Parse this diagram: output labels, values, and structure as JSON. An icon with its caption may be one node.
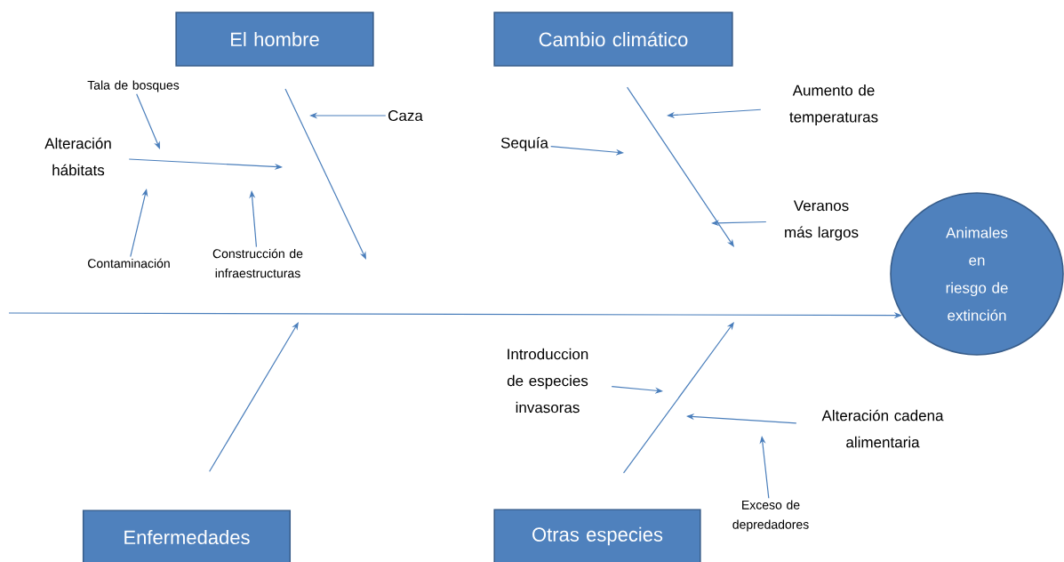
{
  "diagram": {
    "nodes": [
      {
        "text": [
          "El hombre"
        ]
      },
      {
        "text": [
          "Cambio climático"
        ]
      },
      {
        "text": [
          "Enfermedades"
        ]
      },
      {
        "text": [
          "Otras especies"
        ]
      },
      {
        "text": [
          "Animales en riesgo de extinción"
        ]
      },
      {
        "text": [
          "Tala de bosques"
        ]
      },
      {
        "text": [
          "Alteración hábitats"
        ]
      },
      {
        "text": [
          "Contaminación"
        ]
      },
      {
        "text": [
          "Construcción de infraestructuras"
        ]
      },
      {
        "text": [
          "Caza"
        ]
      },
      {
        "text": [
          "Sequía"
        ]
      },
      {
        "text": [
          "Aumento de temperaturas"
        ]
      },
      {
        "text": [
          "Veranos más largos"
        ]
      },
      {
        "text": [
          "Introduccion de especies invasoras"
        ]
      },
      {
        "text": [
          "Alteración cadena alimentaria"
        ]
      },
      {
        "text": [
          "Exceso de depredadores"
        ]
      }
    ],
    "edges": [
      {
        "from": null,
        "to": 4,
        "arrow": "to"
      },
      {
        "from": 0,
        "to": null,
        "arrow": "to"
      },
      {
        "from": 1,
        "to": null,
        "arrow": "to"
      },
      {
        "from": 2,
        "to": null,
        "arrow": "to"
      },
      {
        "from": 3,
        "to": null,
        "arrow": "to"
      },
      {
        "from": 9,
        "to": null,
        "arrow": "to"
      },
      {
        "from": 5,
        "to": null,
        "arrow": "to"
      },
      {
        "from": 6,
        "to": null,
        "arrow": "to"
      },
      {
        "from": 7,
        "to": null,
        "arrow": "to"
      },
      {
        "from": 8,
        "to": null,
        "arrow": "to"
      },
      {
        "from": 10,
        "to": null,
        "arrow": "to"
      },
      {
        "from": 11,
        "to": null,
        "arrow": "to"
      },
      {
        "from": 12,
        "to": null,
        "arrow": "to"
      },
      {
        "from": 13,
        "to": null,
        "arrow": "to"
      },
      {
        "from": 14,
        "to": null,
        "arrow": "to"
      },
      {
        "from": 15,
        "to": null,
        "arrow": "to"
      }
    ]
  }
}
